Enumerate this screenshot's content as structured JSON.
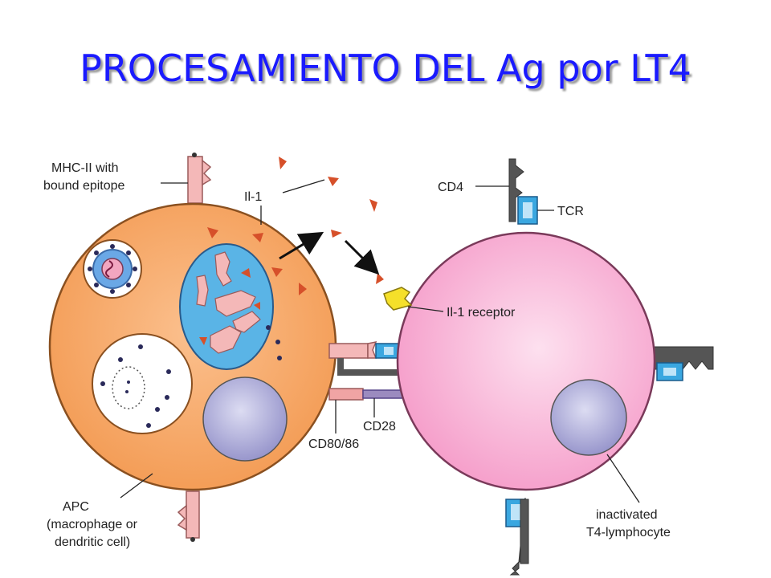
{
  "title": "PROCESAMIENTO DEL Ag por LT4",
  "labels": {
    "mhc_line1": "MHC-II with",
    "mhc_line2": "bound epitope",
    "il1": "Il-1",
    "cd4": "CD4",
    "tcr": "TCR",
    "il1_receptor": "Il-1 receptor",
    "cd28": "CD28",
    "cd80": "CD80/86",
    "apc_line1": "APC",
    "apc_line2": "(macrophage or",
    "apc_line3": "dendritic cell)",
    "t4_line1": "inactivated",
    "t4_line2": "T4-lymphocyte"
  },
  "colors": {
    "title": "#1a1aff",
    "apc": "#f5a15c",
    "t_cell": "#f7a9d2",
    "vacuole": "#5ab4e6",
    "mhc": "#f4b8b8",
    "receptor": "#3aa7e0",
    "il1": "#d6502a",
    "cd28": "#9b8bbf",
    "nucleus": "#b3b2dc",
    "il1_receptor": "#f5e02a",
    "cd4": "#555555"
  }
}
